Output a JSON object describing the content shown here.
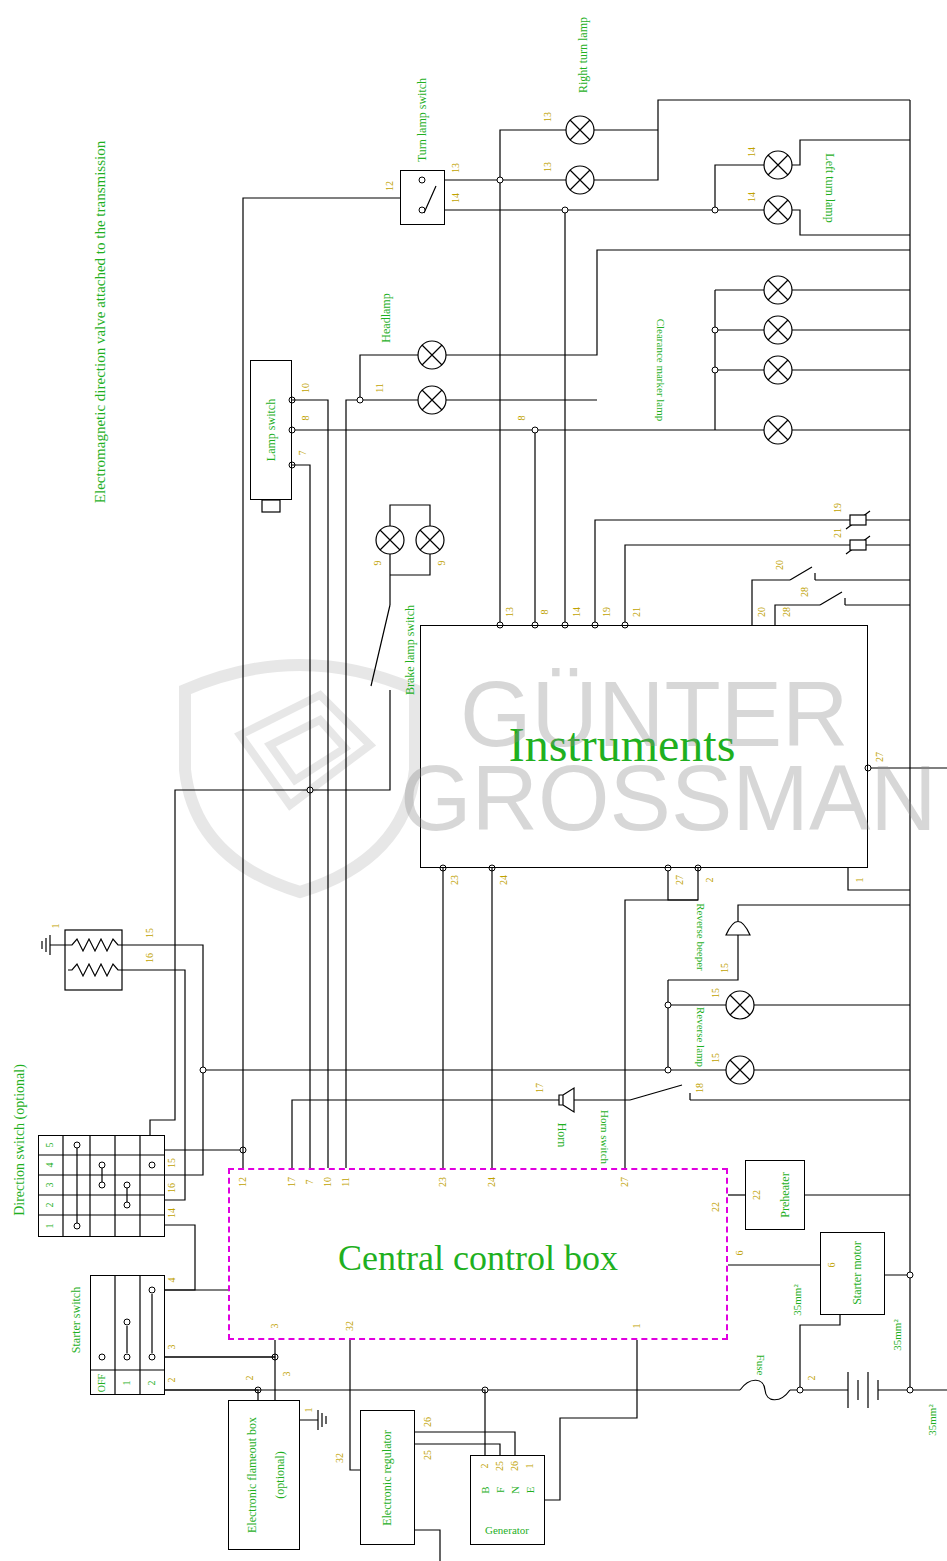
{
  "diagram": {
    "nodes": [
      {
        "text": [
          "Turn lamp switch"
        ]
      },
      {
        "text": [
          "Lamp switch"
        ]
      },
      {
        "text": [
          "Instruments"
        ]
      },
      {
        "text": [
          "Direction switch (optional)",
          "1",
          "2",
          "3",
          "4",
          "5"
        ]
      },
      {
        "text": [
          "Central control box"
        ]
      },
      {
        "text": [
          "Preheater"
        ]
      },
      {
        "text": [
          "Starter motor"
        ]
      },
      {
        "text": [
          "Starter switch",
          "OFF",
          "1",
          "2"
        ]
      },
      {
        "text": [
          "Electronic flameout box",
          "(optional)"
        ]
      },
      {
        "text": [
          "Electronic regulator"
        ]
      },
      {
        "text": [
          "B",
          "F",
          "N",
          "E",
          "Generator"
        ]
      }
    ],
    "edges": [
      {
        "from": 4,
        "to": 0,
        "arrow": "none"
      },
      {
        "from": 4,
        "to": 1,
        "arrow": "none"
      },
      {
        "from": 4,
        "to": 1,
        "arrow": "none"
      },
      {
        "from": 4,
        "to": 2,
        "arrow": "none"
      },
      {
        "from": 4,
        "to": 2,
        "arrow": "none"
      },
      {
        "from": 4,
        "to": 2,
        "arrow": "none"
      },
      {
        "from": 4,
        "to": 5,
        "arrow": "none"
      },
      {
        "from": 4,
        "to": 6,
        "arrow": "none"
      },
      {
        "from": 7,
        "to": 4,
        "arrow": "none"
      },
      {
        "from": 7,
        "to": 4,
        "arrow": "none"
      },
      {
        "from": 7,
        "to": 8,
        "arrow": "none"
      },
      {
        "from": 7,
        "to": 8,
        "arrow": "none"
      },
      {
        "from": 7,
        "to": 10,
        "arrow": "none"
      },
      {
        "from": 3,
        "to": 7,
        "arrow": "none"
      },
      {
        "from": 4,
        "to": 9,
        "arrow": "none"
      },
      {
        "from": 9,
        "to": 10,
        "arrow": "none"
      },
      {
        "from": 9,
        "to": 10,
        "arrow": "none"
      },
      {
        "from": 4,
        "to": 10,
        "arrow": "none"
      }
    ],
    "labels": [
      "Electromagnetic direction valve attached to the transmission",
      "Right turn lamp",
      "Left turn lamp",
      "Headlamp",
      "Clearance marker lamp",
      "Brake lamp switch",
      "Reverse beeper",
      "Reverse lamp",
      "Horn",
      "Horn switch",
      "Fuse",
      "35mm²",
      "35mm²",
      "35mm²",
      "GÜNTER",
      "GROSSMAN",
      "13",
      "13",
      "14",
      "14",
      "12",
      "13",
      "14",
      "10",
      "8",
      "7",
      "11",
      "8",
      "9",
      "9",
      "13",
      "8",
      "14",
      "19",
      "21",
      "19",
      "21",
      "20",
      "28",
      "20",
      "28",
      "27",
      "23",
      "24",
      "27",
      "2",
      "1",
      "1",
      "15",
      "16",
      "15",
      "15",
      "15",
      "17",
      "18",
      "15",
      "16",
      "14",
      "12",
      "17",
      "7",
      "10",
      "11",
      "23",
      "24",
      "27",
      "22",
      "6",
      "3",
      "32",
      "1",
      "22",
      "6",
      "4",
      "3",
      "2",
      "2",
      "3",
      "1",
      "32",
      "26",
      "25",
      "2",
      "25",
      "26",
      "1",
      "2"
    ]
  }
}
